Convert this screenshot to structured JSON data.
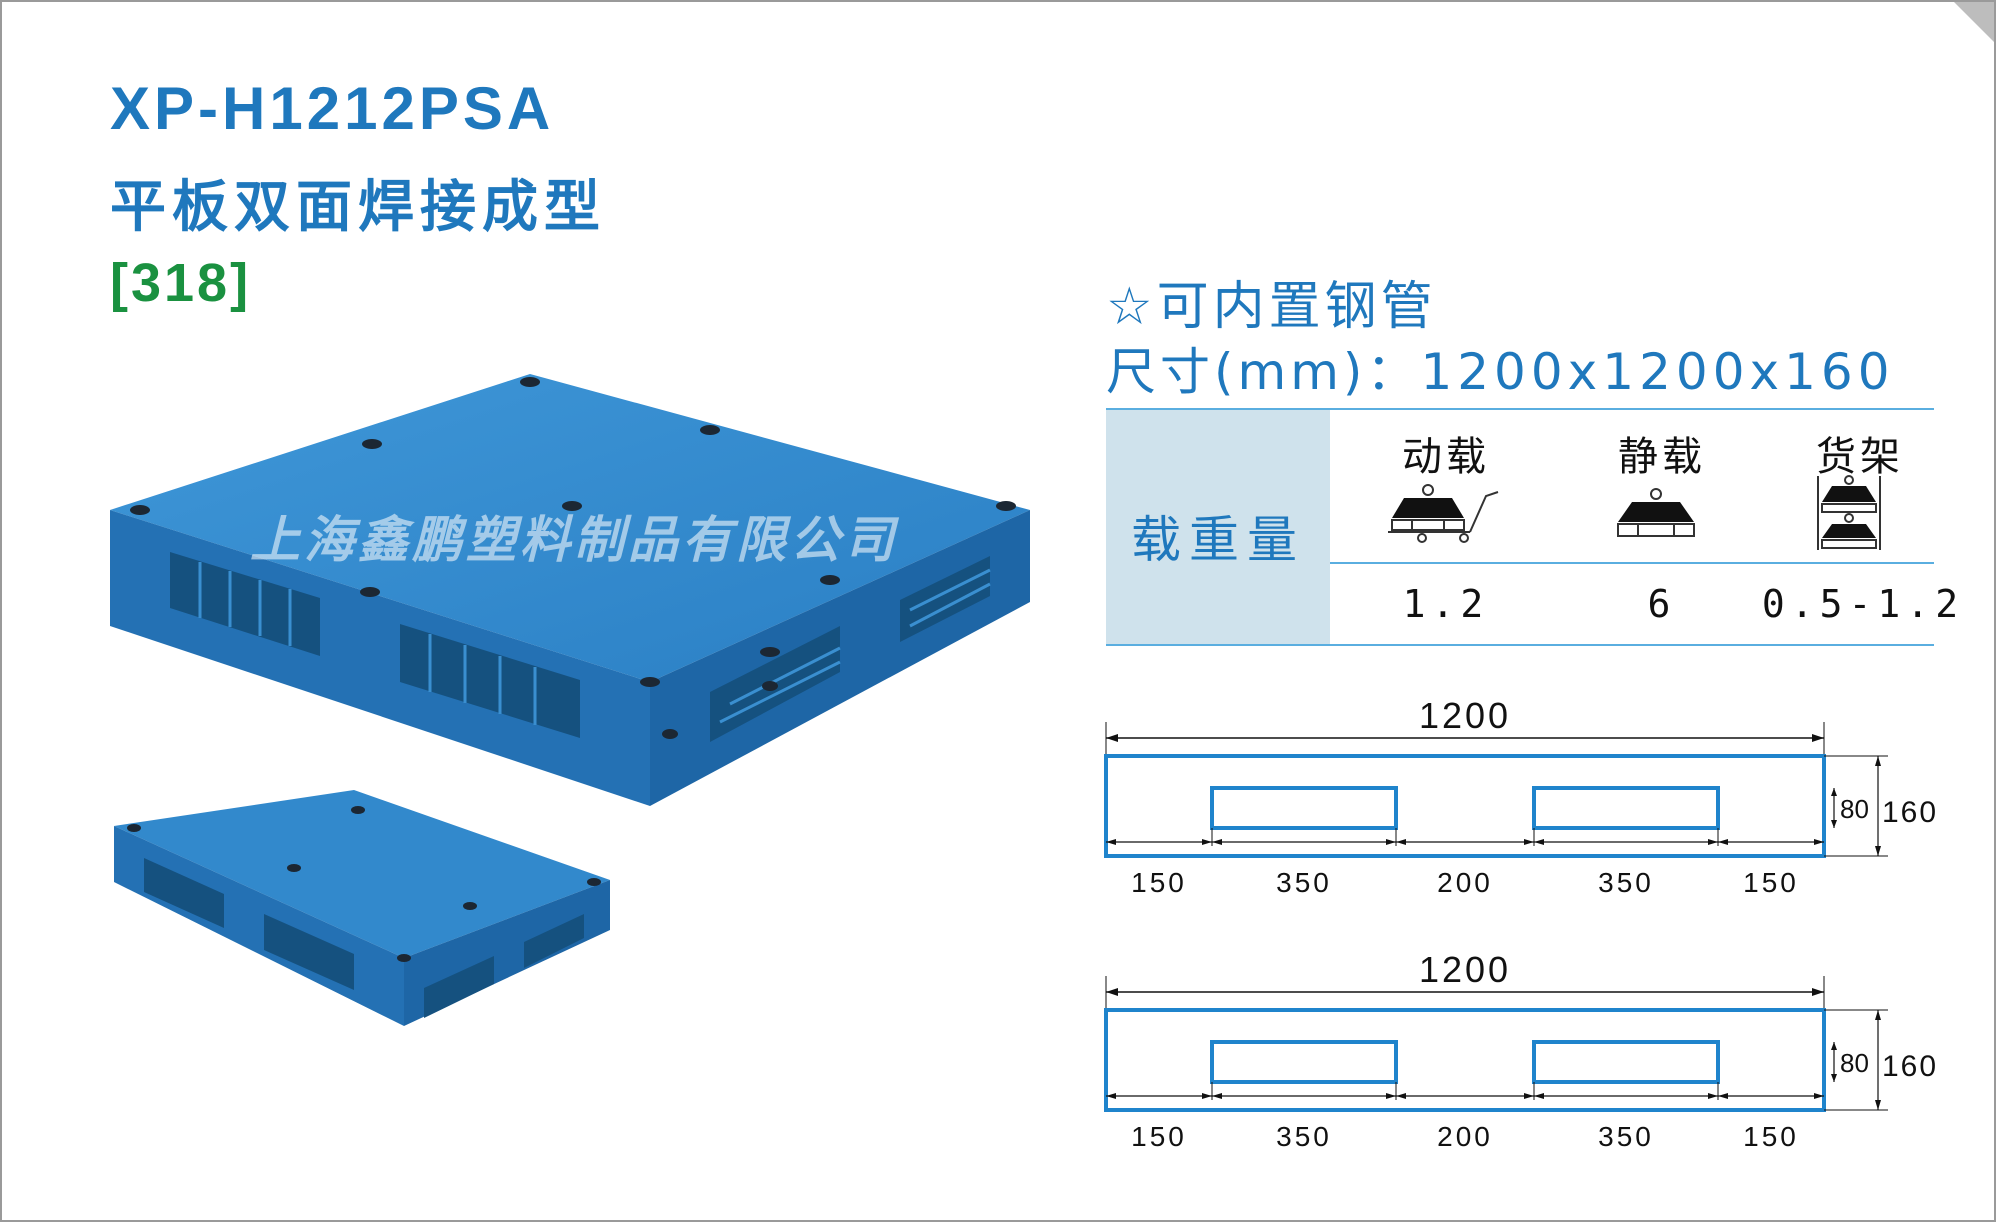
{
  "header": {
    "model": "XP-H1212PSA",
    "subtitle": "平板双面焊接成型",
    "code": "[318]"
  },
  "watermark": "上海鑫鹏塑料制品有限公司",
  "specs": {
    "feature": "☆可内置钢管",
    "size_label": "尺寸(mm)：",
    "size_value": "1200x1200x160"
  },
  "load_table": {
    "row_label": "载重量",
    "columns": [
      {
        "label": "动载",
        "value": "1.2",
        "icon": "forklift-load-icon"
      },
      {
        "label": "静载",
        "value": "6",
        "icon": "static-load-icon"
      },
      {
        "label": "货架",
        "value": "0.5-1.2",
        "icon": "rack-load-icon"
      }
    ]
  },
  "drawings": [
    {
      "overall_width": "1200",
      "segments": [
        "150",
        "350",
        "200",
        "350",
        "150"
      ],
      "opening_height": "80",
      "total_height": "160"
    },
    {
      "overall_width": "1200",
      "segments": [
        "150",
        "350",
        "200",
        "350",
        "150"
      ],
      "opening_height": "80",
      "total_height": "160"
    }
  ],
  "colors": {
    "title_blue": "#1f78bd",
    "code_green": "#1a9140",
    "pallet_blue": "#2f86c9",
    "table_bg": "#cfe2ec"
  }
}
